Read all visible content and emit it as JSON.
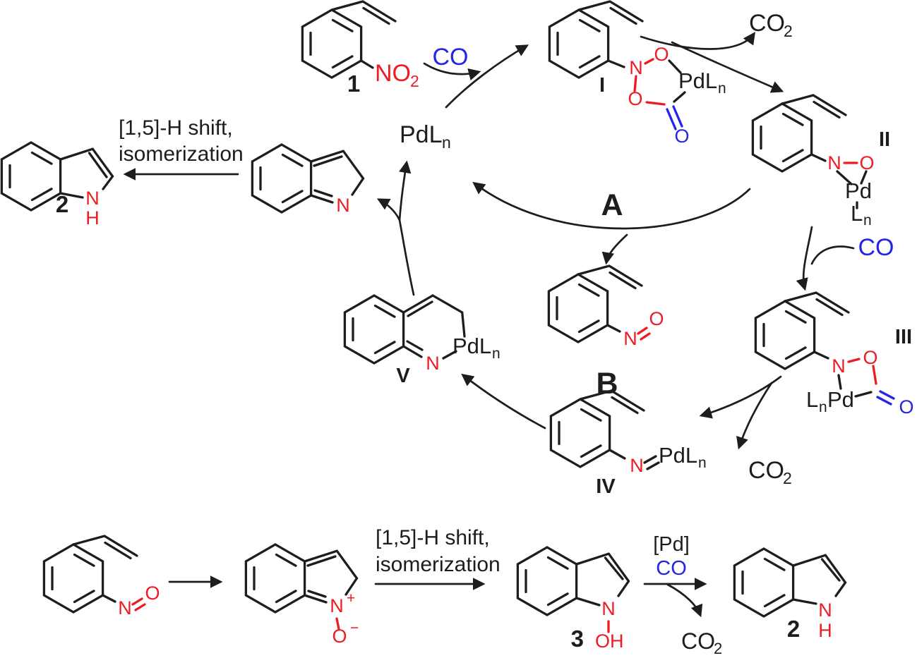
{
  "colors": {
    "heteroatom_red": "#ed1c24",
    "co_blue": "#2424ea",
    "bond_black": "#1d1d1b"
  },
  "cycle": {
    "co_in": "CO",
    "compound1": {
      "num": "1",
      "no2_main": "NO",
      "no2_sub": "2"
    },
    "catalyst": {
      "main": "PdL",
      "sub": "n"
    },
    "co2_top": {
      "main": "CO",
      "sub": "2"
    },
    "intI": {
      "num": "I",
      "n": "N",
      "o_top": "O",
      "o_left": "O",
      "o_carbonyl": "O",
      "pd_main": "PdL",
      "pd_sub": "n"
    },
    "intII": {
      "num": "II",
      "n": "N",
      "o": "O",
      "pd": "Pd",
      "l_main": "L",
      "l_sub": "n"
    },
    "co_in2": "CO",
    "intIII": {
      "num": "III",
      "n": "N",
      "o_ring": "O",
      "o_carbonyl": "O",
      "l_main": "L",
      "l_sub": "n",
      "pd": "Pd"
    },
    "co2_right": {
      "main": "CO",
      "sub": "2"
    },
    "intIV": {
      "num": "IV",
      "n": "N",
      "pd_main": "PdL",
      "pd_sub": "n"
    },
    "path_a": "A",
    "path_b": "B",
    "nitroso": {
      "n": "N",
      "o": "O"
    },
    "intV": {
      "num": "V",
      "n": "N",
      "pd_main": "PdL",
      "pd_sub": "n"
    },
    "indolenine": {
      "n": "N"
    },
    "shift": {
      "line1": "[1,5]-H shift,",
      "line2": "isomerization"
    },
    "indole": {
      "num": "2",
      "n": "N",
      "h": "H"
    }
  },
  "bottom": {
    "nitroso": {
      "n": "N",
      "o": "O"
    },
    "noxide": {
      "n": "N",
      "plus": "+",
      "o": "O",
      "minus": "−"
    },
    "shift": {
      "line1": "[1,5]-H shift,",
      "line2": "isomerization"
    },
    "hydroxyindole": {
      "num": "3",
      "n": "N",
      "oh": "OH"
    },
    "step": {
      "pd": "[Pd]",
      "co": "CO"
    },
    "co2": {
      "main": "CO",
      "sub": "2"
    },
    "indole": {
      "num": "2",
      "n": "N",
      "h": "H"
    }
  }
}
